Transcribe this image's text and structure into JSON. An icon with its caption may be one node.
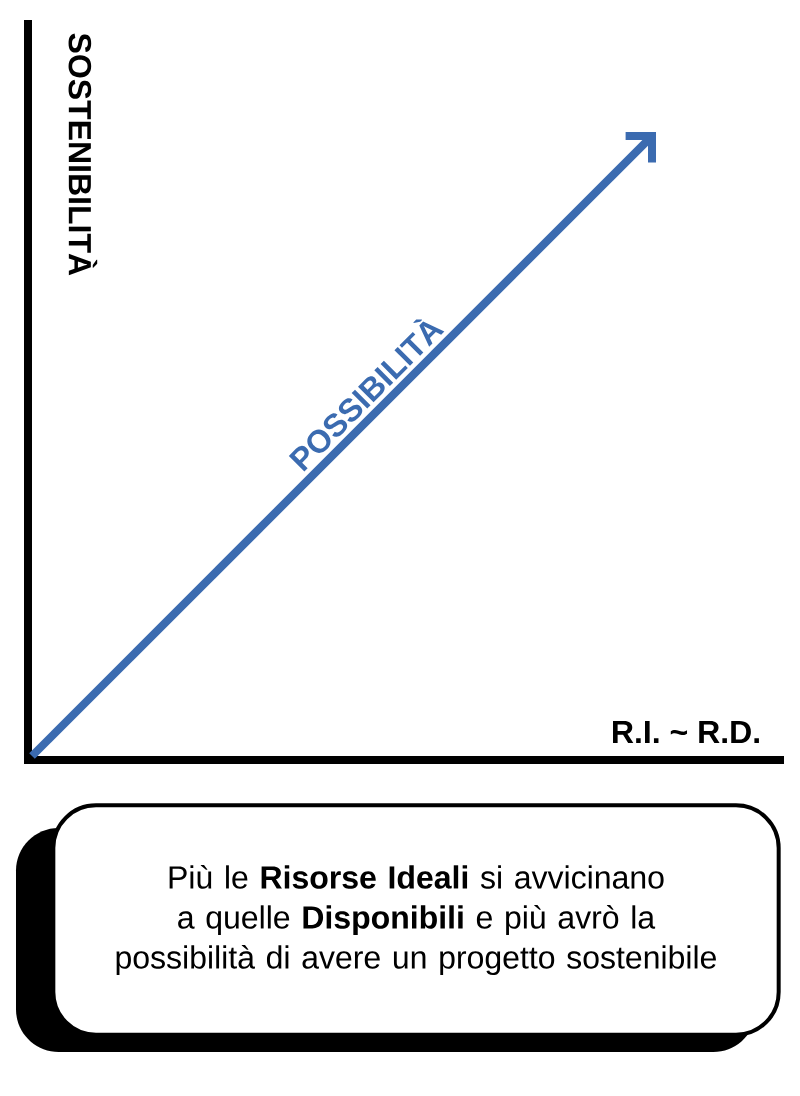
{
  "diagram": {
    "nodes": [
      {
        "text": [
          "Più le **Risorse Ideali** si avvicinano a quelle **Disponibili** e più avrò la possibilità di avere un progetto sostenibile"
        ]
      }
    ],
    "labels": [
      "SOSTENIBILITÀ",
      "POSSIBILITÀ",
      "R.I. ~ R.D."
    ]
  }
}
